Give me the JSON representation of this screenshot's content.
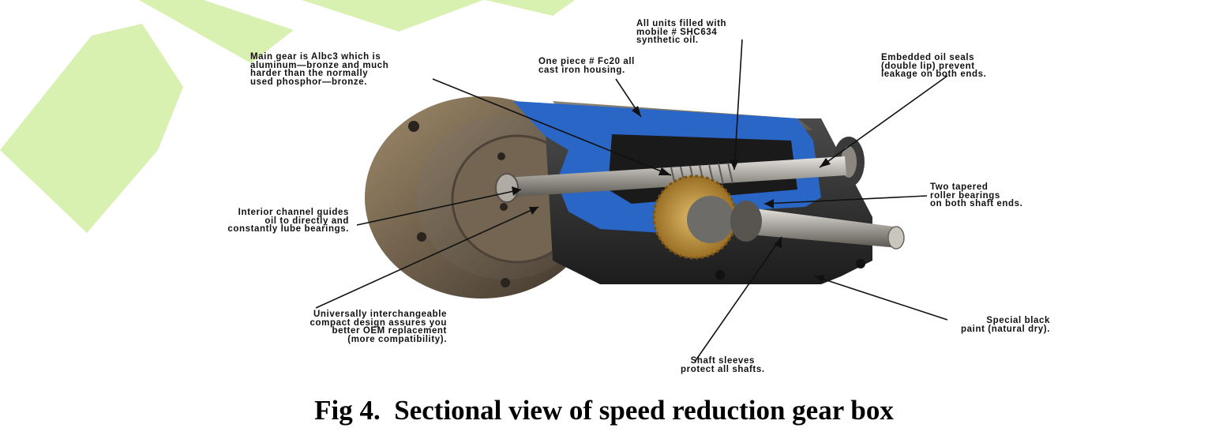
{
  "colors": {
    "watermark": "#d8f0b0",
    "housing_blue": "#2a66c6",
    "cast_iron": "#5a5246",
    "black_paint": "#262626",
    "bronze_gear": "#c99a3c",
    "steel_shaft": "#b8b4ae"
  },
  "caption": "Fig 4.  Sectional view of speed reduction gear box",
  "callouts": {
    "main_gear": [
      "Main gear is Albc3 which is",
      "aluminum—bronze and much",
      "harder than the normally",
      "used phosphor—bronze."
    ],
    "oil": [
      "All units filled with",
      "mobile # SHC634",
      "synthetic oil."
    ],
    "housing": [
      "One piece # Fc20 all",
      "cast iron housing."
    ],
    "seals": [
      "Embedded oil seals",
      "(double lip) prevent",
      "leakage on both ends."
    ],
    "bearings": [
      "Two tapered",
      "roller bearings",
      "on both shaft ends."
    ],
    "channel": [
      "Interior channel guides",
      "oil to directly and",
      "constantly lube bearings."
    ],
    "interchange": [
      "Universally interchangeable",
      "compact design assures you",
      "better OEM replacement",
      "(more compatibility)."
    ],
    "paint": [
      "Special black",
      "paint (natural dry)."
    ],
    "sleeves": [
      "Shaft sleeves",
      "protect all shafts."
    ]
  }
}
